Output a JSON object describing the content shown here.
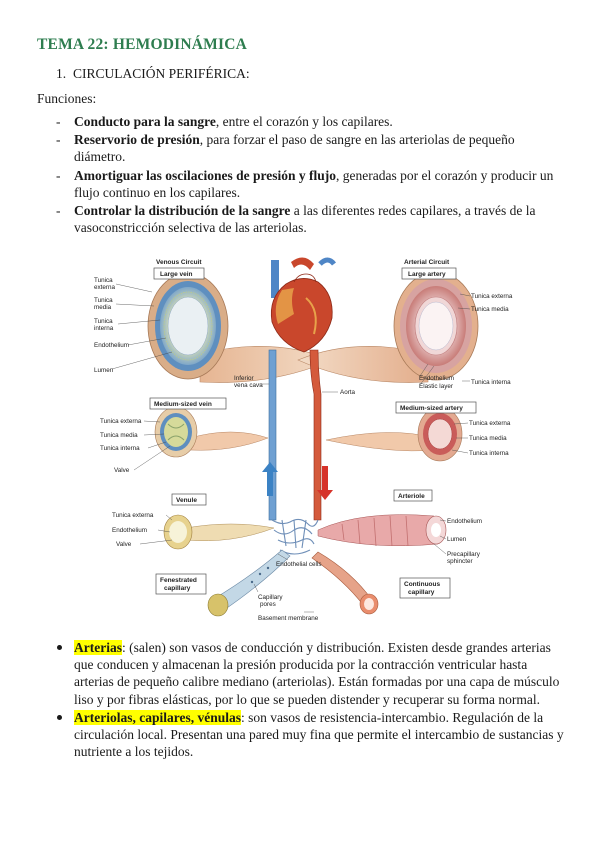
{
  "title": "TEMA 22: HEMODINÁMICA",
  "section": {
    "number": "1.",
    "label": "CIRCULACIÓN PERIFÉRICA:"
  },
  "intro": "Funciones:",
  "functions": [
    {
      "bold": "Conducto para la sangre",
      "rest": ", entre el corazón y los capilares."
    },
    {
      "bold": "Reservorio de presión",
      "rest": ", para forzar el paso de sangre en las arteriolas de pequeño diámetro."
    },
    {
      "bold": "Amortiguar las oscilaciones de presión y flujo",
      "rest": ", generadas por el corazón y producir un flujo continuo en los capilares."
    },
    {
      "bold": "Controlar la distribución de la sangre",
      "rest": " a las diferentes redes capilares, a través de la vasoconstricción selectiva de las arteriolas."
    }
  ],
  "figure": {
    "venous_circuit": "Venous Circuit",
    "arterial_circuit": "Arterial Circuit",
    "large_vein": "Large vein",
    "large_artery": "Large artery",
    "medium_vein": "Medium-sized vein",
    "medium_artery": "Medium-sized artery",
    "venule": "Venule",
    "arteriole": "Arteriole",
    "fenestrated_1": "Fenestrated",
    "fenestrated_2": "capillary",
    "continuous_1": "Continuous",
    "continuous_2": "capillary",
    "lv_externa_1": "Tunica",
    "lv_externa_2": "externa",
    "lv_media_1": "Tunica",
    "lv_media_2": "media",
    "lv_interna_1": "Tunica",
    "lv_interna_2": "interna",
    "lv_endothelium": "Endothelium",
    "lv_lumen": "Lumen",
    "ivc_1": "Inferior",
    "ivc_2": "vena cava",
    "aorta": "Aorta",
    "la_externa": "Tunica externa",
    "la_media": "Tunica media",
    "la_endothelium": "Endothelium",
    "la_elastic": "Elastic layer",
    "la_interna": "Tunica interna",
    "mv_externa": "Tunica externa",
    "mv_media": "Tunica media",
    "mv_interna": "Tunica interna",
    "mv_valve": "Valve",
    "ma_externa": "Tunica externa",
    "ma_media": "Tunica media",
    "ma_interna": "Tunica interna",
    "vn_externa": "Tunica externa",
    "vn_endothelium": "Endothelium",
    "vn_valve": "Valve",
    "ar_endothelium": "Endothelium",
    "ar_lumen": "Lumen",
    "ar_sphincter_1": "Precapillary",
    "ar_sphincter_2": "sphincter",
    "endothelial_cells": "Endothelial cells",
    "cap_pores_1": "Capillary",
    "cap_pores_2": "pores",
    "basement": "Basement membrane"
  },
  "bullets": [
    {
      "bold": "Arterias",
      "rest": ": (salen) son vasos de conducción y distribución. Existen desde grandes arterias que conducen y almacenan la presión producida por la contracción ventricular hasta arterias de pequeño calibre mediano (arteriolas). Están formadas por una capa de músculo liso y por fibras elásticas, por lo que se pueden distender y recuperar su forma normal."
    },
    {
      "bold": "Arteriolas, capilares, vénulas",
      "rest": ": son vasos de resistencia-intercambio. Regulación de la circulación local. Presentan una pared muy fina que permite el intercambio de sustancias y nutriente a los tejidos."
    }
  ],
  "colors": {
    "title": "#2e7d4f",
    "highlight": "#ffff00",
    "artery": "#c9472c",
    "vein": "#5b8fc8",
    "arrow_up": "#3b82c4",
    "arrow_down": "#d6332a"
  }
}
